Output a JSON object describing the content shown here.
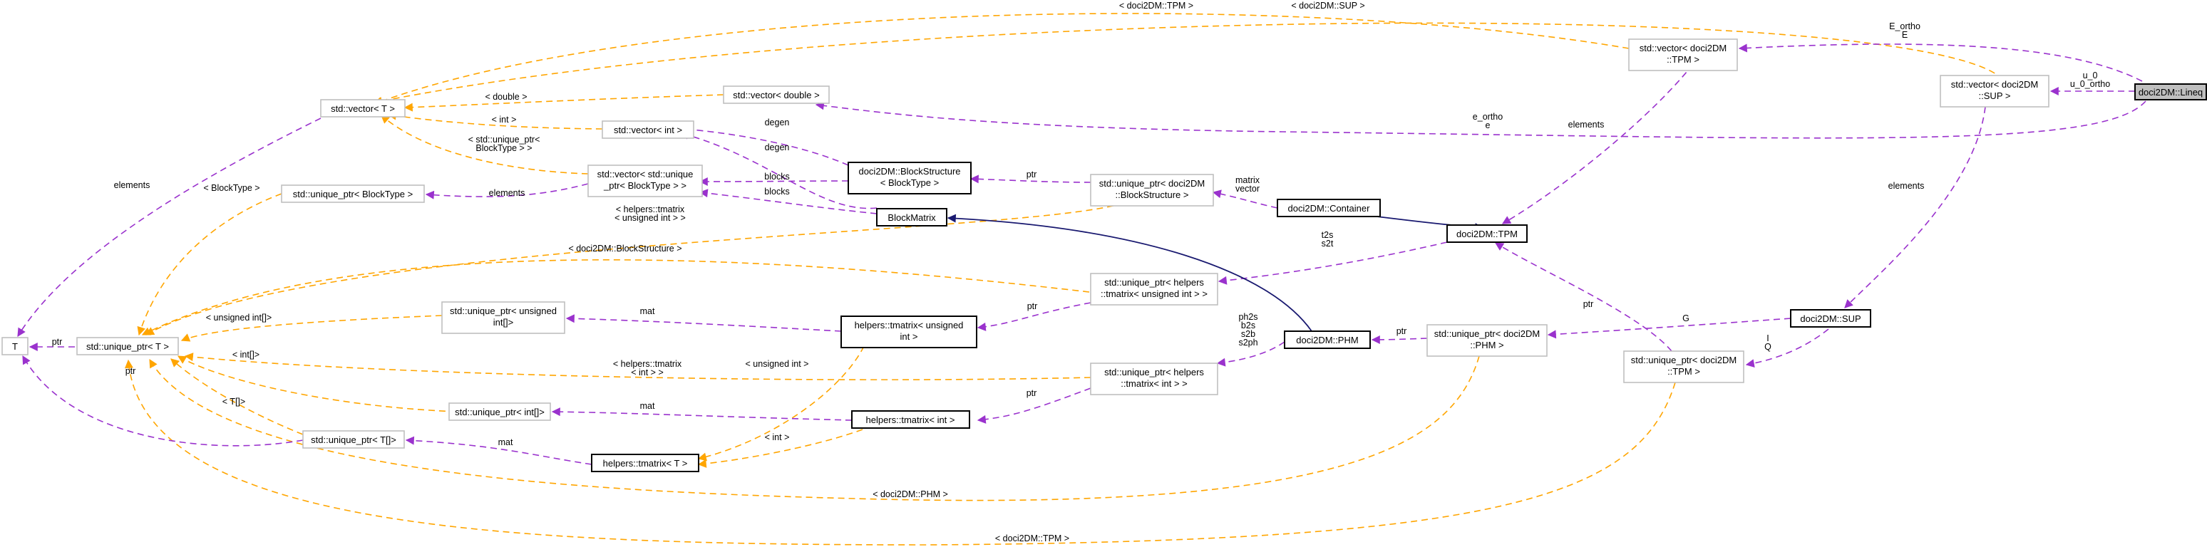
{
  "colors": {
    "template_edge": "#ffa500",
    "member_edge": "#9a32cd",
    "inherit_edge": "#191970",
    "node_border_secondary": "#bfbfbf",
    "node_border_primary": "#000000",
    "focus_fill": "#bfbfbf"
  },
  "nodes": {
    "lineq": [
      "doci2DM::Lineq"
    ],
    "vector_tpm": [
      "std::vector< doci2DM",
      "::TPM >"
    ],
    "vector_sup": [
      "std::vector< doci2DM",
      "::SUP >"
    ],
    "vector_t": [
      "std::vector< T >"
    ],
    "vector_double": [
      "std::vector< double >"
    ],
    "vector_int": [
      "std::vector< int >"
    ],
    "vector_uptr_blocktype": [
      "std::vector< std::unique",
      "_ptr< BlockType > >"
    ],
    "block_structure": [
      "doci2DM::BlockStructure",
      "< BlockType >"
    ],
    "uptr_blockstructure": [
      "std::unique_ptr< doci2DM",
      "::BlockStructure >"
    ],
    "container": [
      "doci2DM::Container"
    ],
    "tpm": [
      "doci2DM::TPM"
    ],
    "uptr_blocktype": [
      "std::unique_ptr< BlockType >"
    ],
    "block_matrix": [
      "BlockMatrix"
    ],
    "uptr_tmatrix_uint": [
      "std::unique_ptr< helpers",
      "::tmatrix< unsigned int > >"
    ],
    "sup": [
      "doci2DM::SUP"
    ],
    "t": [
      "T"
    ],
    "uptr_t": [
      "std::unique_ptr< T >"
    ],
    "uptr_unsigned_array": [
      "std::unique_ptr< unsigned",
      "int[]>"
    ],
    "tmatrix_unsigned": [
      "helpers::tmatrix< unsigned",
      "int >"
    ],
    "phm": [
      "doci2DM::PHM"
    ],
    "uptr_phm": [
      "std::unique_ptr< doci2DM",
      "::PHM >"
    ],
    "uptr_tpm": [
      "std::unique_ptr< doci2DM",
      "::TPM >"
    ],
    "uptr_tmatrix_int": [
      "std::unique_ptr< helpers",
      "::tmatrix< int > >"
    ],
    "uptr_int_array": [
      "std::unique_ptr< int[]>"
    ],
    "tmatrix_int": [
      "helpers::tmatrix< int >"
    ],
    "uptr_t_array": [
      "std::unique_ptr< T[]>"
    ],
    "tmatrix_t": [
      "helpers::tmatrix< T >"
    ]
  },
  "edge_labels": {
    "tpm_template": [
      "< doci2DM::TPM >"
    ],
    "sup_template": [
      "< doci2DM::SUP >"
    ],
    "e_ortho_upper": [
      "E_ortho",
      "E"
    ],
    "u_0": [
      "u_0",
      "u_0_ortho"
    ],
    "double_template": [
      "< double >"
    ],
    "e_ortho_lower": [
      "e_ortho",
      "e"
    ],
    "int_template": [
      "< int >"
    ],
    "uptr_blocktype_template": [
      "< std::unique_ptr<",
      "BlockType > >"
    ],
    "degen_upper": [
      "degen"
    ],
    "degen_lower": [
      "degen"
    ],
    "elements_vector": [
      "elements"
    ],
    "elements_tpm": [
      "elements"
    ],
    "elements_blocktype": [
      "elements"
    ],
    "elements_sup": [
      "elements"
    ],
    "blocktype_template": [
      "< BlockType >"
    ],
    "blocks_upper": [
      "blocks"
    ],
    "blocks_lower": [
      "blocks"
    ],
    "ptr_blockstructure": [
      "ptr"
    ],
    "matrix_vector": [
      "matrix",
      "vector"
    ],
    "tmatrix_uint_template": [
      "< helpers::tmatrix",
      "< unsigned int > >"
    ],
    "blockstructure_template": [
      "< doci2DM::BlockStructure >"
    ],
    "t2s_s2t": [
      "t2s",
      "s2t"
    ],
    "unsigned_array_template": [
      "< unsigned int[]>"
    ],
    "mat_unsigned": [
      "mat"
    ],
    "ptr_tmatrix_uint": [
      "ptr"
    ],
    "g": [
      "G"
    ],
    "i_q": [
      "I",
      "Q"
    ],
    "ptr_uptr_t": [
      "ptr"
    ],
    "ptr_t_array": [
      "ptr"
    ],
    "ph2s": [
      "ph2s",
      "b2s",
      "s2b",
      "s2ph"
    ],
    "ptr_phm": [
      "ptr"
    ],
    "ptr_tpm": [
      "ptr"
    ],
    "int_array_template": [
      "< int[]>"
    ],
    "tmatrix_int_template": [
      "< helpers::tmatrix",
      "< int > >"
    ],
    "unsigned_int_template": [
      "< unsigned int >"
    ],
    "mat_int": [
      "mat"
    ],
    "ptr_tmatrix_int": [
      "ptr"
    ],
    "t_array_template": [
      "< T[]>"
    ],
    "int_template_lower": [
      "< int >"
    ],
    "mat_t": [
      "mat"
    ],
    "phm_template": [
      "< doci2DM::PHM >"
    ],
    "tpm_template_lower": [
      "< doci2DM::TPM >"
    ]
  }
}
